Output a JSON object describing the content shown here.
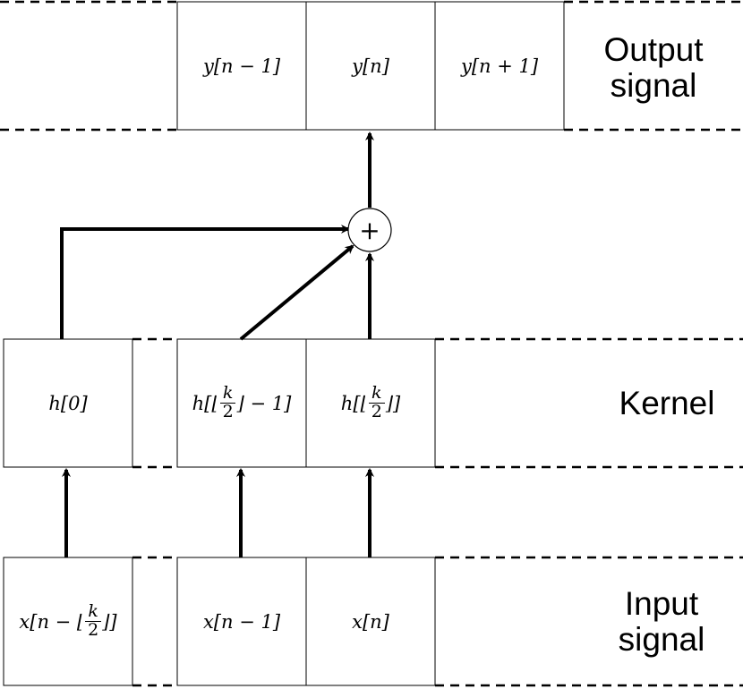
{
  "output_row": {
    "label_line1": "Output",
    "label_line2": "signal",
    "cells": [
      "y[n − 1]",
      "y[n]",
      "y[n + 1]"
    ]
  },
  "kernel_row": {
    "label": "Kernel",
    "cells": [
      {
        "pre": "h[0]",
        "num": "",
        "den": "",
        "post": ""
      },
      {
        "pre": "h[⌊",
        "num": "k",
        "den": "2",
        "post": "⌋ − 1]"
      },
      {
        "pre": "h[⌊",
        "num": "k",
        "den": "2",
        "post": "⌋]"
      }
    ]
  },
  "input_row": {
    "label_line1": "Input",
    "label_line2": "signal",
    "cells": [
      {
        "pre": "x[n − ⌊",
        "num": "k",
        "den": "2",
        "post": "⌋]"
      },
      {
        "pre": "x[n − 1]",
        "num": "",
        "den": "",
        "post": ""
      },
      {
        "pre": "x[n]",
        "num": "",
        "den": "",
        "post": ""
      }
    ]
  },
  "adder_symbol": "+",
  "colors": {
    "stroke": "#000000",
    "fill": "#ffffff"
  }
}
